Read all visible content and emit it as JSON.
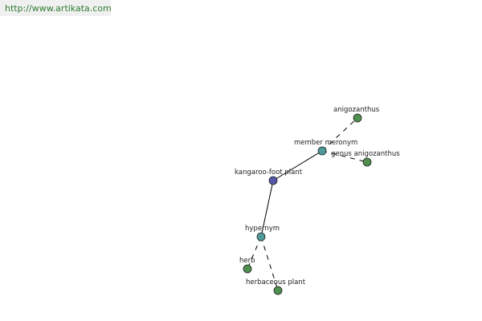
{
  "header": {
    "url_text": "http://www.artikata.com"
  },
  "colors": {
    "url_text": "#2e7d32",
    "url_bg": "#f0f0f0",
    "root_node": "#5555aa",
    "relation_node": "#4f9a9a",
    "leaf_node": "#4f8f4f"
  },
  "graph": {
    "nodes": [
      {
        "id": "kangaroo",
        "label": "kangaroo-foot plant",
        "kind": "root"
      },
      {
        "id": "meronym",
        "label": "member meronym",
        "kind": "relation"
      },
      {
        "id": "anigozanthus",
        "label": "anigozanthus",
        "kind": "leaf"
      },
      {
        "id": "genus",
        "label": "genus anigozanthus",
        "kind": "leaf"
      },
      {
        "id": "hypernym",
        "label": "hypernym",
        "kind": "relation"
      },
      {
        "id": "herb",
        "label": "herb",
        "kind": "leaf"
      },
      {
        "id": "herbaceous",
        "label": "herbaceous plant",
        "kind": "leaf"
      }
    ],
    "edges": [
      {
        "from": "kangaroo",
        "to": "meronym",
        "style": "solid"
      },
      {
        "from": "kangaroo",
        "to": "hypernym",
        "style": "solid"
      },
      {
        "from": "meronym",
        "to": "anigozanthus",
        "style": "dashed"
      },
      {
        "from": "meronym",
        "to": "genus",
        "style": "dashed"
      },
      {
        "from": "hypernym",
        "to": "herb",
        "style": "dashed"
      },
      {
        "from": "hypernym",
        "to": "herbaceous",
        "style": "dashed"
      }
    ]
  }
}
